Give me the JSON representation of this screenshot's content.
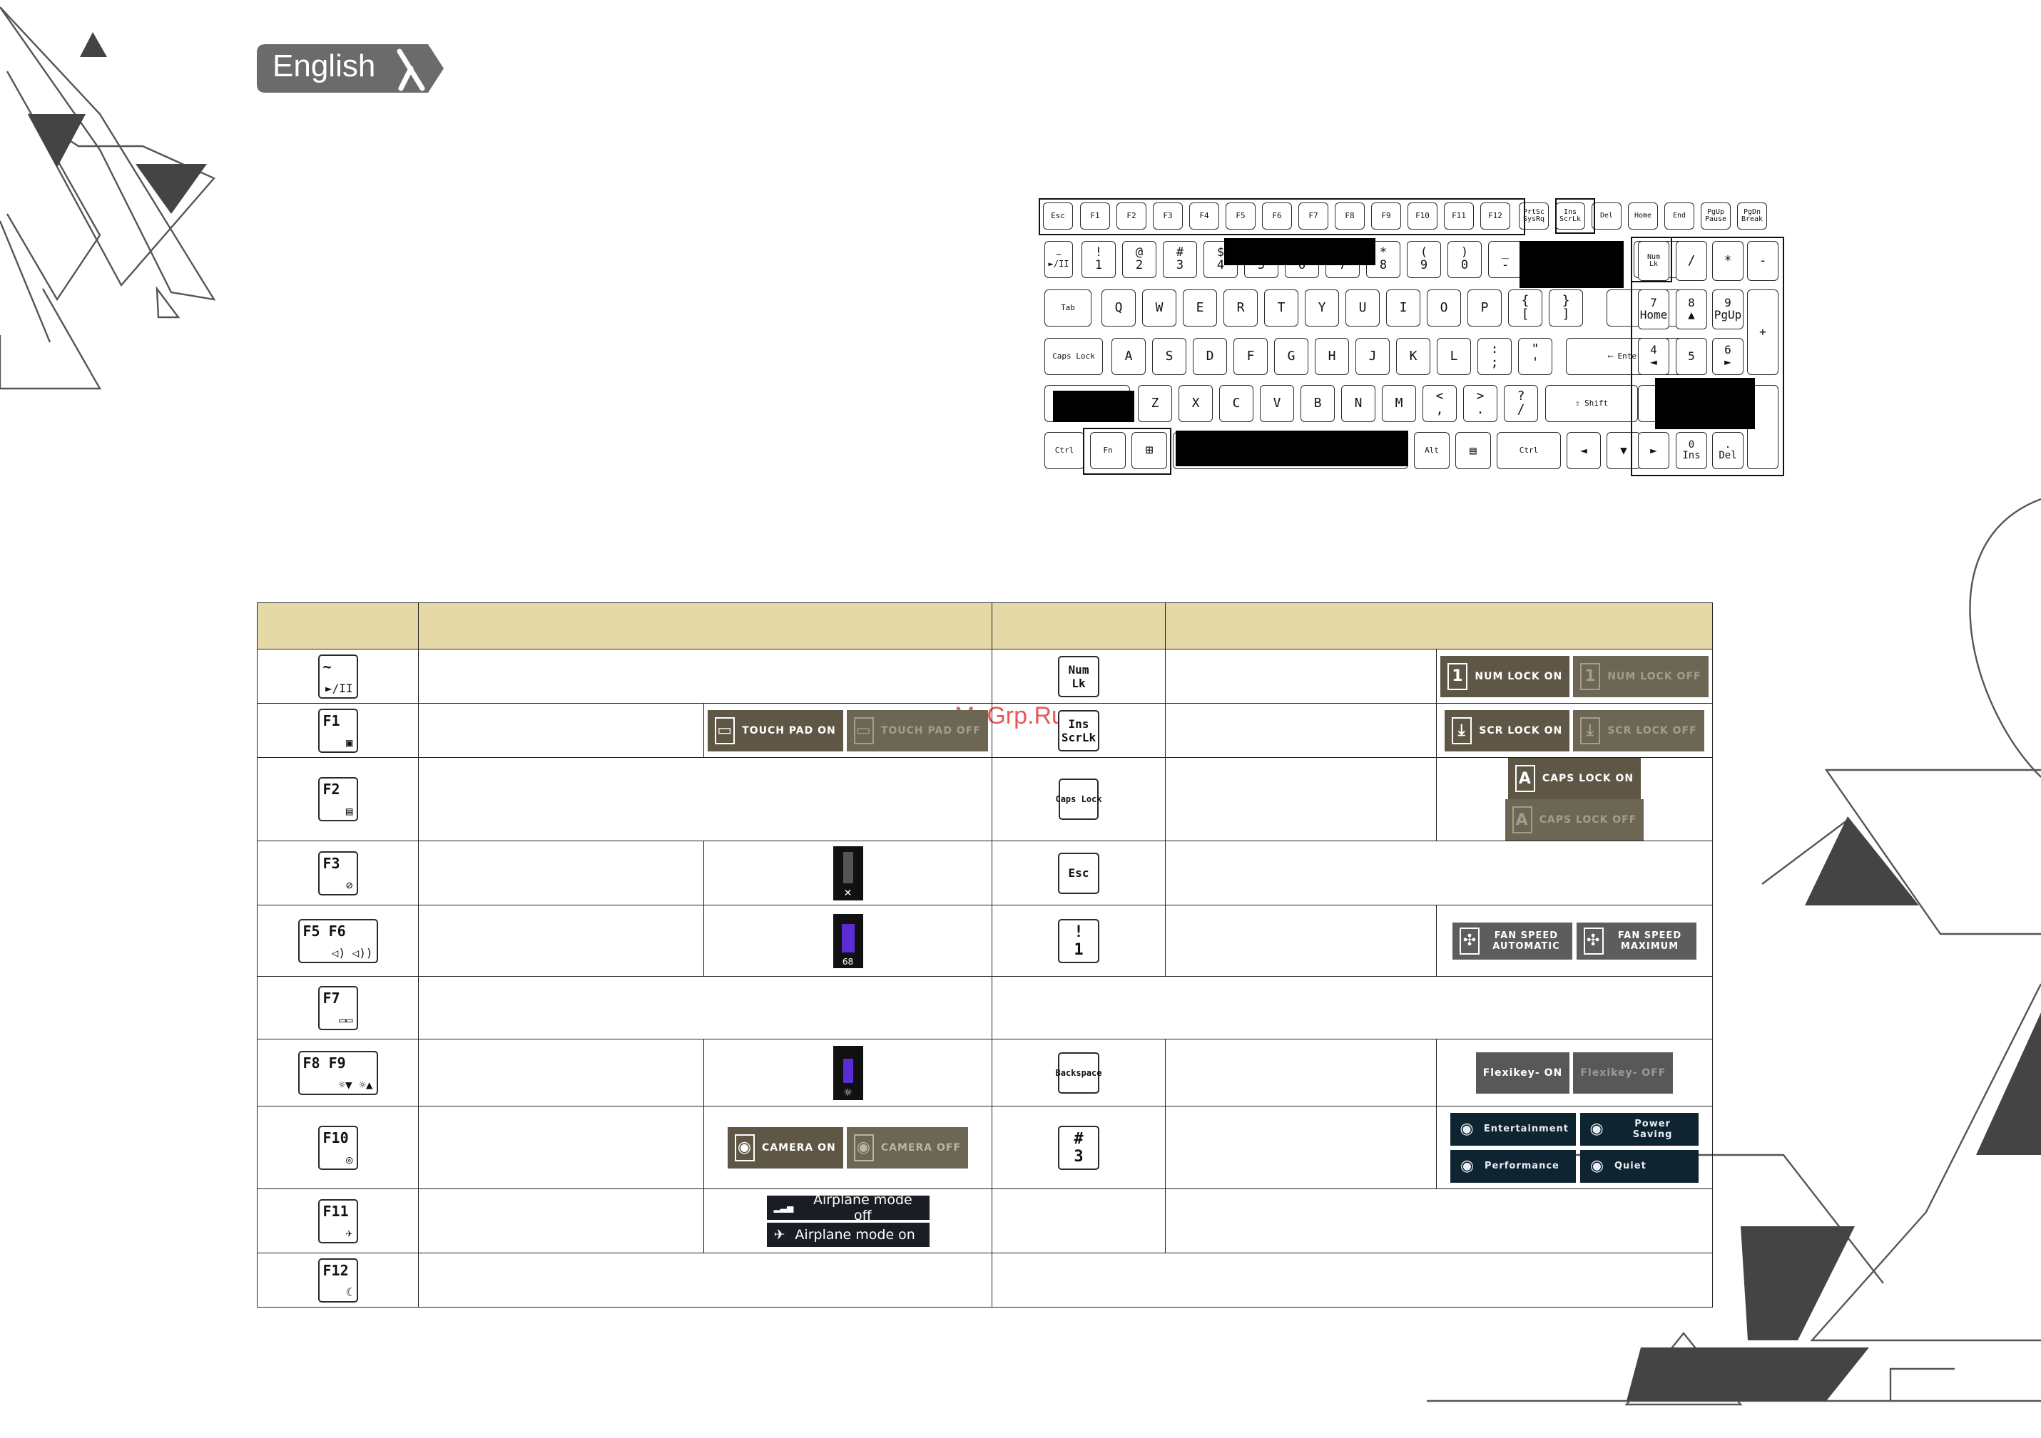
{
  "header": {
    "language_tab": "English"
  },
  "watermark": "McGrp.Ru",
  "keyboard": {
    "fn_row": [
      "Esc",
      "F1",
      "F2",
      "F3",
      "F4",
      "F5",
      "F6",
      "F7",
      "F8",
      "F9",
      "F10",
      "F11",
      "F12",
      "PrtSc\nSysRq",
      "Ins\nScrLk",
      "Del",
      "Home",
      "End",
      "PgUp\nPause",
      "PgDn\nBreak"
    ],
    "number_row": [
      "~\n►/II",
      "!\n1",
      "@\n2",
      "#\n3",
      "$\n4",
      "%\n5",
      "^\n6",
      "&\n7",
      "*\n8",
      "(\n9",
      ")\n0",
      "_\n-"
    ],
    "qwerty_row": [
      "Tab",
      "Q",
      "W",
      "E",
      "R",
      "T",
      "Y",
      "U",
      "I",
      "O",
      "P",
      "{\n[",
      "}\n]",
      "|\n\\"
    ],
    "home_row": [
      "Caps Lock",
      "A",
      "S",
      "D",
      "F",
      "G",
      "H",
      "J",
      "K",
      "L",
      ":\n;",
      "\"\n'",
      "Enter"
    ],
    "shift_row": [
      "Z",
      "X",
      "C",
      "V",
      "B",
      "N",
      "M",
      "<\n,",
      ">\n.",
      "?\n/",
      "⇧ Shift",
      "▲"
    ],
    "bottom_row": [
      "Ctrl",
      "Fn",
      "⊞",
      "Alt",
      "▤",
      "Ctrl",
      "◄",
      "▼"
    ],
    "numpad": [
      "Num\nLk",
      "/",
      "*",
      "-",
      "7\nHome",
      "8\n▲",
      "9\nPgUp",
      "+",
      "4\n◄",
      "5",
      "6\n►",
      "0\nIns",
      ".\nDel",
      "►"
    ]
  },
  "table": {
    "left_rows": [
      {
        "key_main": "~",
        "key_sub": "►/II",
        "tiles": []
      },
      {
        "key_main": "F1",
        "key_sub": "▣",
        "tiles": [
          "TOUCH PAD ON",
          "TOUCH PAD OFF"
        ]
      },
      {
        "key_main": "F2",
        "key_sub": "▤",
        "tiles": []
      },
      {
        "key_main": "F3",
        "key_sub": "⊘",
        "tiles": []
      },
      {
        "key_main": "F5  F6",
        "key_sub": "◁) ◁))",
        "tiles": [],
        "level": "68"
      },
      {
        "key_main": "F7",
        "key_sub": "▭▭",
        "tiles": []
      },
      {
        "key_main": "F8  F9",
        "key_sub": "☼▼ ☼▲",
        "tiles": []
      },
      {
        "key_main": "F10",
        "key_sub": "◎",
        "tiles": [
          "CAMERA ON",
          "CAMERA OFF"
        ]
      },
      {
        "key_main": "F11",
        "key_sub": "✈",
        "tiles": [
          "Airplane mode off",
          "Airplane mode on"
        ]
      },
      {
        "key_main": "F12",
        "key_sub": "☾",
        "tiles": []
      }
    ],
    "right_rows": [
      {
        "key": "Num\nLk",
        "tiles": [
          "NUM LOCK ON",
          "NUM LOCK OFF"
        ]
      },
      {
        "key": "Ins\nScrLk",
        "tiles": [
          "SCR LOCK ON",
          "SCR LOCK OFF"
        ]
      },
      {
        "key": "Caps Lock",
        "tiles": [
          "CAPS LOCK ON",
          "CAPS LOCK OFF"
        ]
      },
      {
        "key": "Esc",
        "tiles": []
      },
      {
        "key": "!\n1",
        "tiles": [
          "FAN SPEED AUTOMATIC",
          "FAN SPEED MAXIMUM"
        ]
      },
      {
        "key": "Backspace",
        "tiles": [
          "Flexikey- ON",
          "Flexikey- OFF"
        ]
      },
      {
        "key": "#\n3",
        "tiles": [
          "Entertainment",
          "Power Saving",
          "Performance",
          "Quiet"
        ]
      }
    ]
  },
  "colors": {
    "header_fill": "#e4d9a7",
    "tab_fill": "#6b6b6b",
    "deco_stroke": "#555555",
    "deco_fill": "#444444",
    "watermark": "#e43d3d"
  },
  "icons": [
    "lambda-icon",
    "touchpad-icon",
    "mute-icon",
    "volume-icon",
    "display-switch-icon",
    "brightness-icon",
    "camera-icon",
    "airplane-icon",
    "sleep-icon",
    "fan-icon",
    "flexikey-icon",
    "power-mode-icon"
  ]
}
